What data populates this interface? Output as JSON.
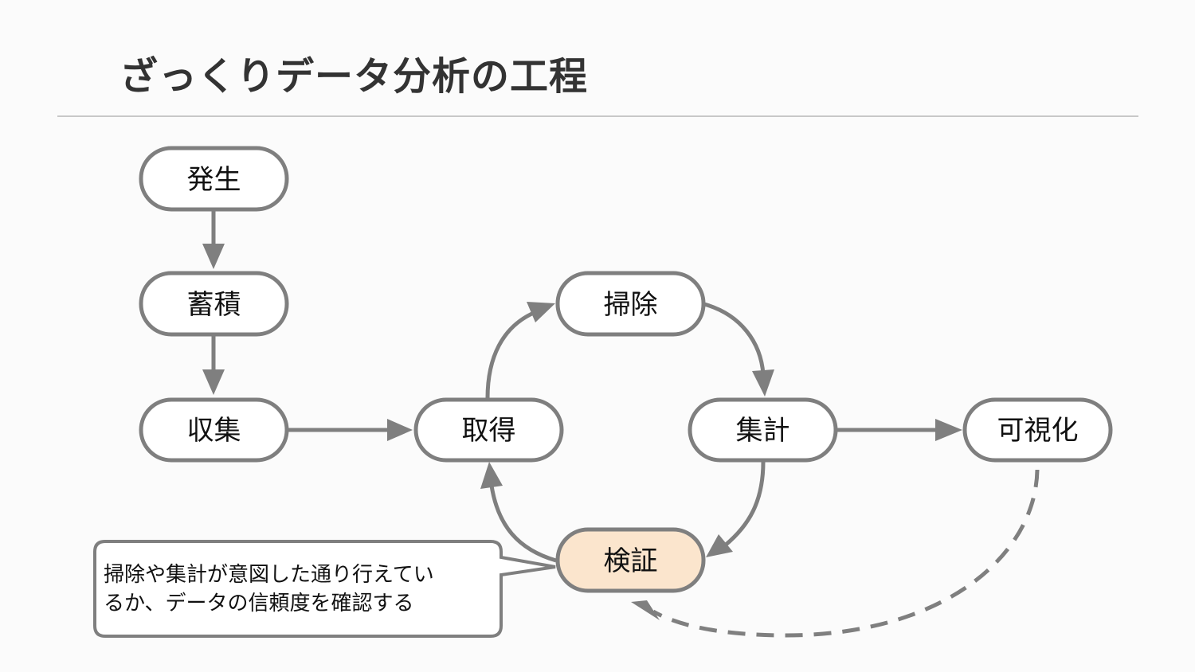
{
  "title": "ざっくりデータ分析の工程",
  "colors": {
    "node_border": "#7f7f7f",
    "node_fill": "#ffffff",
    "highlight_fill": "#fbe5cd",
    "arrow": "#7f7f7f",
    "title_text": "#333333",
    "rule": "#c8c8c8"
  },
  "nodes": {
    "hassei": "発生",
    "chikuseki": "蓄積",
    "shushu": "収集",
    "shutoku": "取得",
    "soji": "掃除",
    "shukei": "集計",
    "kashika": "可視化",
    "kensho": "検証"
  },
  "highlighted_node": "kensho",
  "callout": {
    "text": "掃除や集計が意図した通り行えてい\nるか、データの信頼度を確認する"
  }
}
